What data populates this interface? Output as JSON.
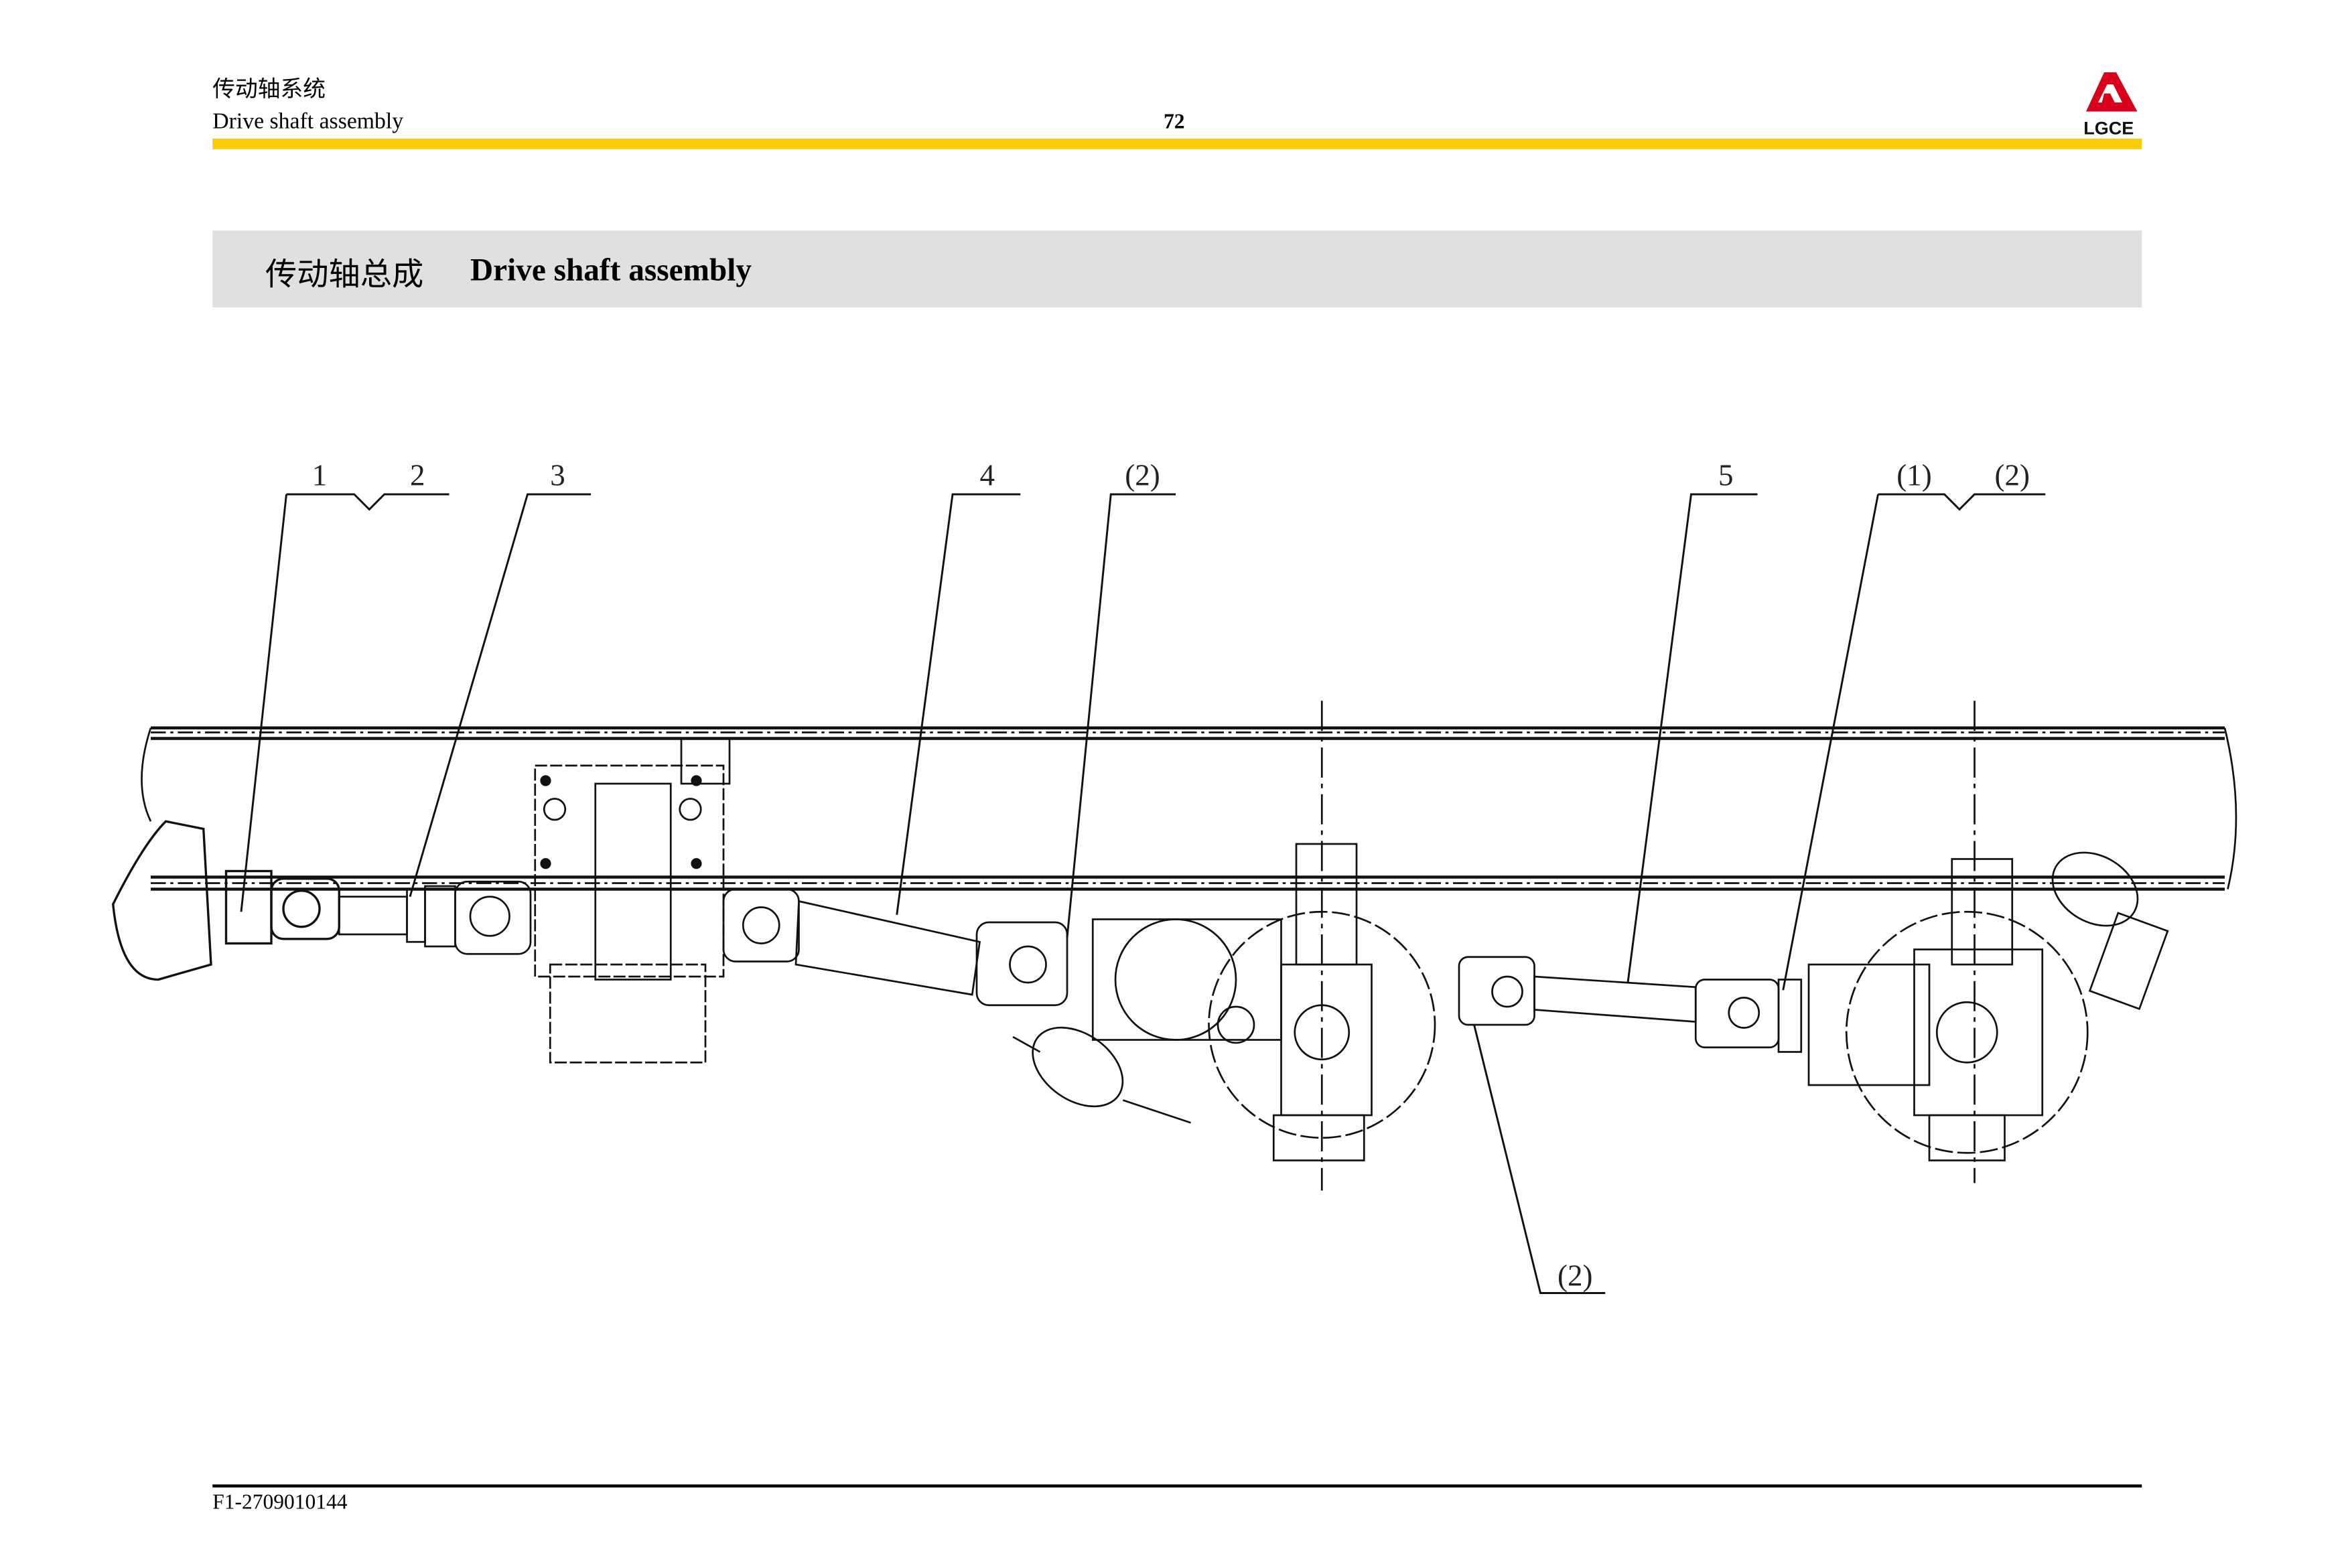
{
  "header": {
    "title_cn": "传动轴系统",
    "title_en": "Drive shaft assembly",
    "page_number": "72",
    "logo_text": "LGCE",
    "accent_color": "#f9cc05",
    "logo_color": "#d9001b"
  },
  "section": {
    "title_cn": "传动轴总成",
    "title_en": "Drive shaft assembly"
  },
  "drawing": {
    "callouts": [
      "1",
      "2",
      "3",
      "4",
      "(2)",
      "5",
      "(1)",
      "(2)",
      "(2)"
    ]
  },
  "footer": {
    "code": "F1-2709010144"
  }
}
